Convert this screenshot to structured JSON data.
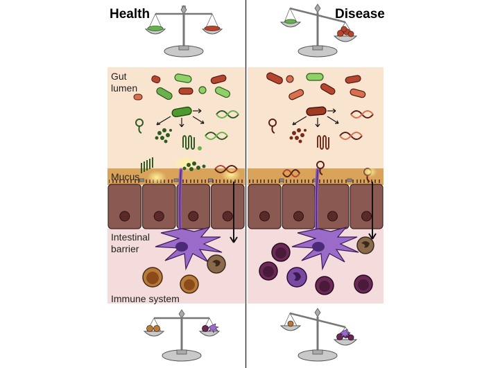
{
  "panels": {
    "health_title": "Health",
    "disease_title": "Disease"
  },
  "layers": {
    "gut_lumen": "Gut\nlumen",
    "mucus": "Mucus",
    "intestinal_barrier": "Intestinal\nbarrier",
    "immune_system": "Immune system"
  },
  "colors": {
    "lumen_bg": "#f9e4cf",
    "mucus_band": "#d9a45a",
    "epithelium": "#8a5a52",
    "immune_bg": "#f4dcdc",
    "commensal_green": "#6ab04c",
    "pathogen_red": "#b5452e",
    "dendritic_cell": "#8a5ab8",
    "immune_cell_brown": "#b87a3a",
    "inflammatory_cell_purple": "#6a2a55"
  },
  "icons": [
    "balance-scale-icon",
    "bacterium-icon",
    "dendritic-cell-icon",
    "immune-cell-icon",
    "arrow-icon"
  ]
}
